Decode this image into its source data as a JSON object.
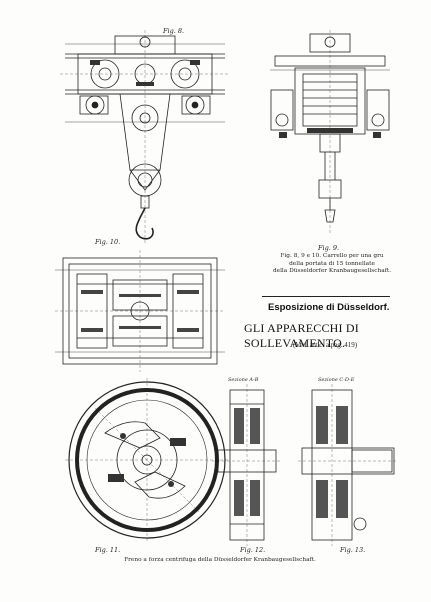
{
  "figures": {
    "fig8": "Fig. 8.",
    "fig9": "Fig. 9.",
    "fig10": "Fig. 10.",
    "fig11": "Fig. 11.",
    "fig12": "Fig. 12.",
    "fig13": "Fig. 13."
  },
  "captions": {
    "top_right": [
      "Fig. 8, 9 e 10. Carrello per una gru",
      "della portata di 15 tonnellate",
      "della Düsseldorfer Kranbaugesellschaft."
    ],
    "bottom": "Freno a forza centrifuga della Düsseldorfer Kranbaugesellschaft."
  },
  "header": {
    "exhibition": "Esposizione di Düsseldorf.",
    "title": "GLI APPARECCHI DI SOLLEVAMENTO.",
    "reference": "(Vedi artic. a pag. 419)"
  },
  "section_marks": {
    "fig12": "Sezione A-B",
    "fig13": "Sezione C-D-E"
  }
}
